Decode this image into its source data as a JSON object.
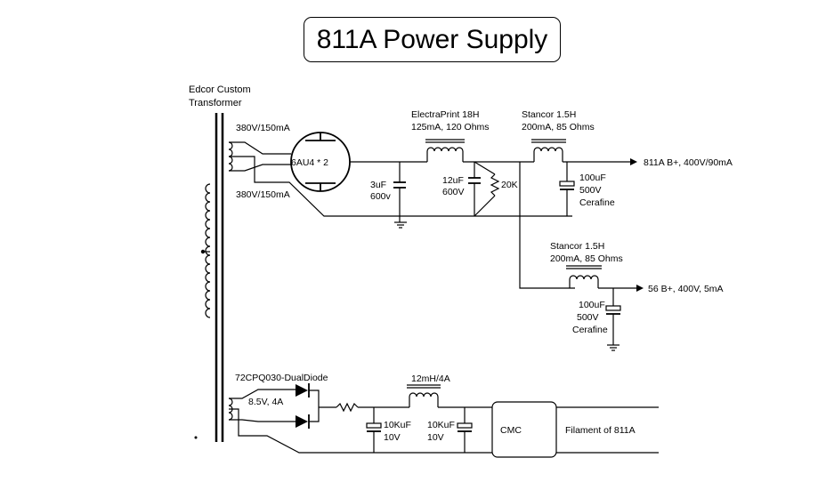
{
  "title": "811A Power Supply",
  "transformer": {
    "label_line1": "Edcor Custom",
    "label_line2": "Transformer",
    "sec1": "380V/150mA",
    "sec2": "380V/150mA"
  },
  "rectifier": {
    "tube": "6AU4 * 2"
  },
  "filter": {
    "choke1_line1": "ElectraPrint 18H",
    "choke1_line2": "125mA, 120 Ohms",
    "choke2_line1": "Stancor 1.5H",
    "choke2_line2": "200mA, 85 Ohms",
    "choke3_line1": "Stancor 1.5H",
    "choke3_line2": "200mA, 85 Ohms",
    "c1_value": "3uF",
    "c1_voltage": "600v",
    "c2_value": "12uF",
    "c2_voltage": "600V",
    "r1_value": "20K",
    "c3_value": "100uF",
    "c3_voltage": "500V",
    "c3_type": "Cerafine",
    "c4_value": "100uF",
    "c4_voltage": "500V",
    "c4_type": "Cerafine"
  },
  "outputs": {
    "out1": "811A B+, 400V/90mA",
    "out2": "56 B+, 400V, 5mA"
  },
  "filament": {
    "diode_label": "72CPQ030-DualDiode",
    "winding": "8.5V, 4A",
    "choke": "12mH/4A",
    "c5_value": "10KuF",
    "c5_voltage": "10V",
    "c6_value": "10KuF",
    "c6_voltage": "10V",
    "cmc": "CMC",
    "load": "Filament of 811A"
  }
}
